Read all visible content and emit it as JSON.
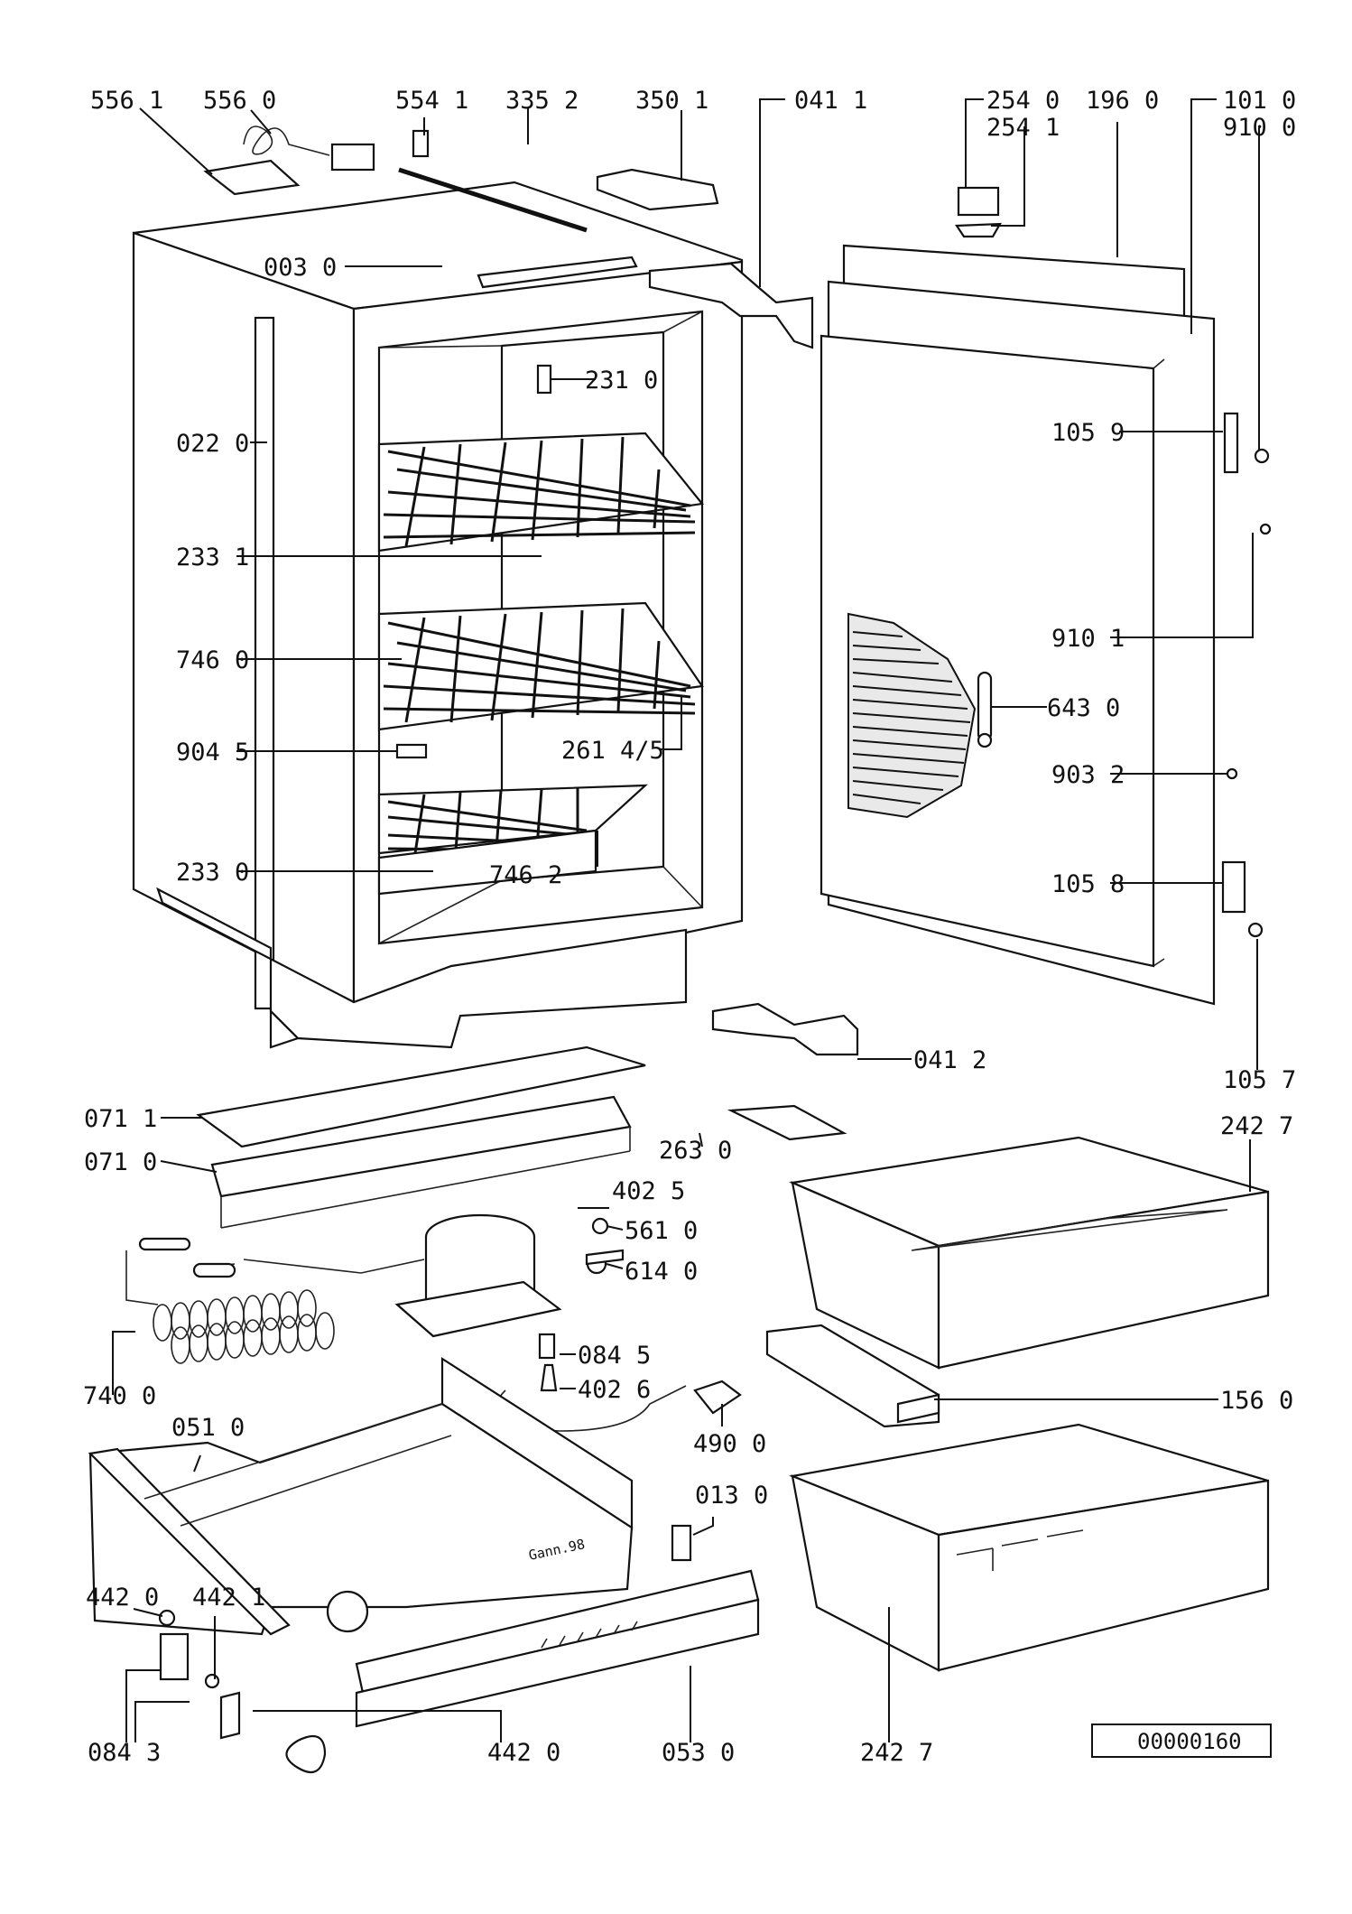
{
  "labels": {
    "l5561": "556 1",
    "l5560": "556 0",
    "l5541": "554 1",
    "l3352": "335 2",
    "l3501": "350 1",
    "l0411": "041 1",
    "l2540": "254 0",
    "l2541": "254 1",
    "l1960": "196 0",
    "l1010": "101 0",
    "l9100": "910 0",
    "l0030": "003 0",
    "l2310": "231 0",
    "l0220": "022 0",
    "l1059": "105 9",
    "l2331": "233 1",
    "l9101": "910 1",
    "l7460": "746 0",
    "l6430": "643 0",
    "l9045": "904 5",
    "l261": "261 4/5",
    "l9032": "903 2",
    "l2330": "233 0",
    "l7462": "746 2",
    "l1058": "105 8",
    "l0412": "041 2",
    "l1057": "105 7",
    "l0711": "071 1",
    "l2427a": "242 7",
    "l2630": "263 0",
    "l0710": "071 0",
    "l4025": "402 5",
    "l5610": "561 0",
    "l6140": "614 0",
    "l0845": "084 5",
    "l4026": "402 6",
    "l7400": "740 0",
    "l0510": "051 0",
    "l1560": "156 0",
    "l4900": "490 0",
    "l0130": "013 0",
    "l4420": "442 0",
    "l4421": "442 1",
    "l0843": "084 3",
    "l4420b": "442 0",
    "l0530": "053 0",
    "l2427b": "242 7"
  },
  "stamp_text": "Gann.98",
  "doc_code": "00000160"
}
